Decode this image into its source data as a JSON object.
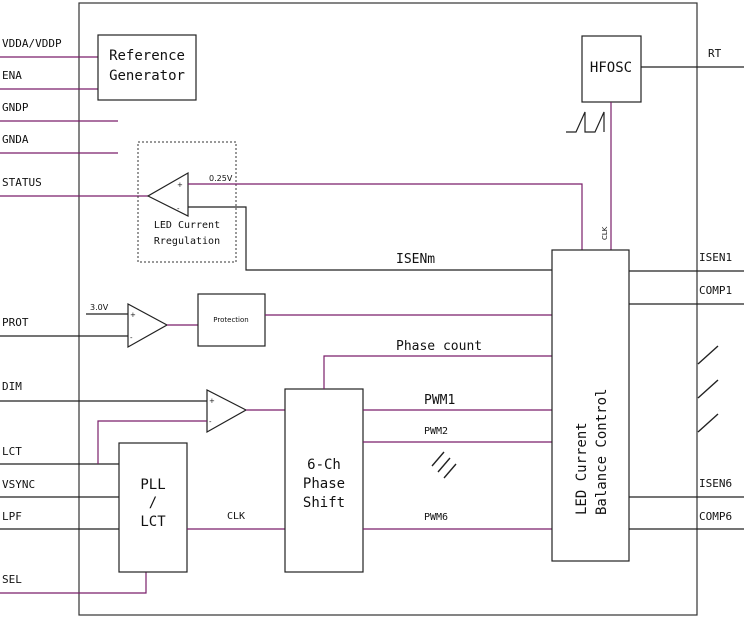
{
  "left_pins": {
    "vdda": "VDDA/VDDP",
    "ena": "ENA",
    "gndp": "GNDP",
    "gnda": "GNDA",
    "status": "STATUS",
    "prot": "PROT",
    "dim": "DIM",
    "lct": "LCT",
    "vsync": "VSYNC",
    "lpf": "LPF",
    "sel": "SEL"
  },
  "right_pins": {
    "rt": "RT",
    "isen1": "ISEN1",
    "comp1": "COMP1",
    "isen6": "ISEN6",
    "comp6": "COMP6"
  },
  "blocks": {
    "reference_generator": [
      "Reference",
      "Generator"
    ],
    "hfosc": "HFOSC",
    "led_current_regulation": [
      "LED Current",
      "Rregulation"
    ],
    "protection": "Protection",
    "pll_lct": [
      "PLL",
      "/",
      "LCT"
    ],
    "phase_shift": [
      "6-Ch",
      "Phase",
      "Shift"
    ],
    "balance_control": [
      "LED Current",
      "Balance Control"
    ]
  },
  "signals": {
    "ref_025v": "0.25V",
    "ref_30v": "3.0V",
    "isenm": "ISENm",
    "phase_count": "Phase count",
    "pwm1": "PWM1",
    "pwm2": "PWM2",
    "pwm6": "PWM6",
    "clk_pll": "CLK",
    "clk_osc": "CLK"
  },
  "opamp_signs": {
    "plus": "+",
    "minus": "-"
  }
}
